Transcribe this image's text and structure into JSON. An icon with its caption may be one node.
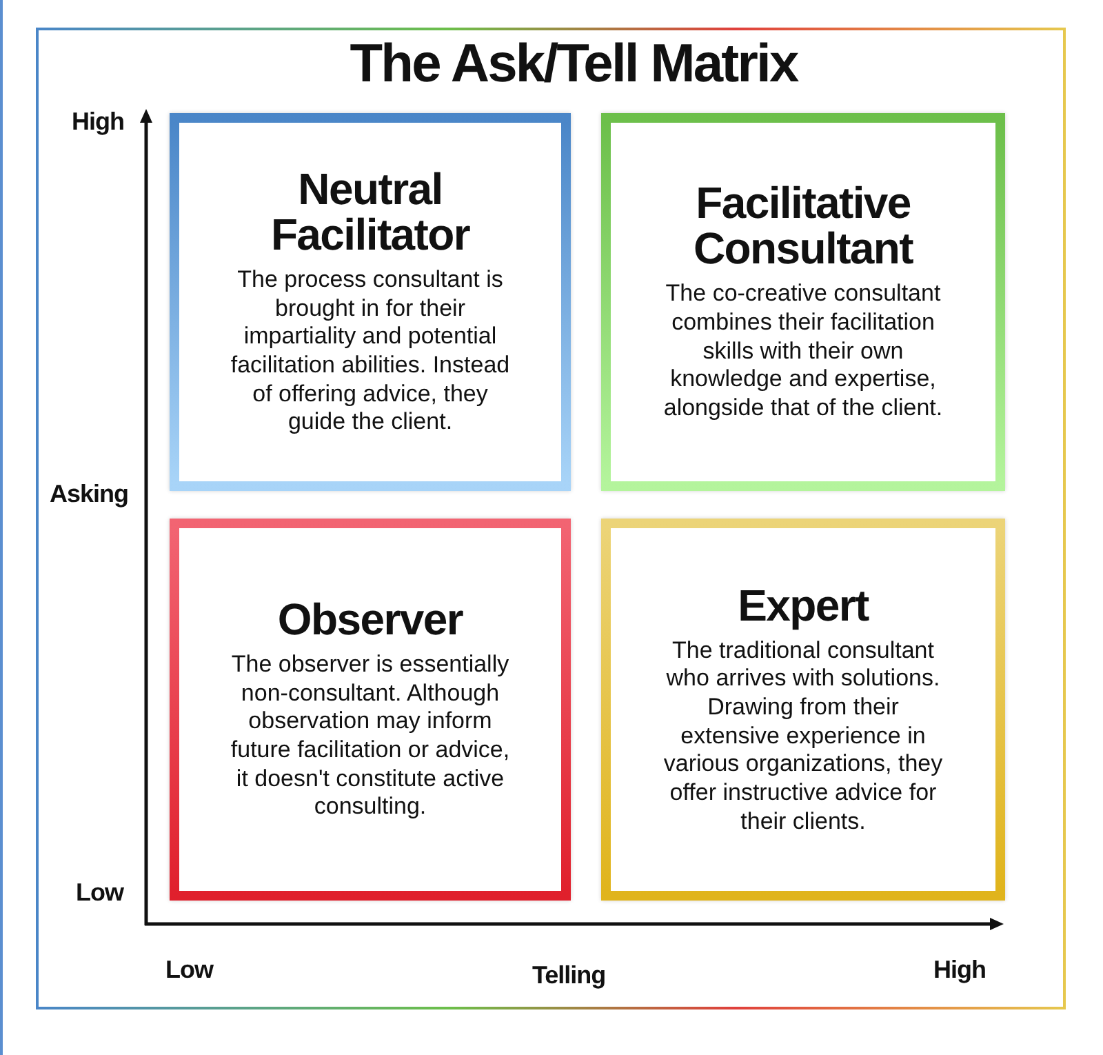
{
  "diagram": {
    "title": "The Ask/Tell Matrix",
    "nodes": [
      {
        "text": [
          "Neutral Facilitator",
          "The process consultant is brought in for their impartiality and potential facilitation abilities. Instead of offering advice, they guide the client."
        ]
      },
      {
        "text": [
          "Facilitative Consultant",
          "The co-creative consultant combines their facilitation skills with their own knowledge and expertise, alongside that of the client."
        ]
      },
      {
        "text": [
          "Observer",
          "The observer is essentially non-consultant. Although observation may inform future facilitation or advice, it doesn't constitute active consulting."
        ]
      },
      {
        "text": [
          "Expert",
          "The traditional consultant who arrives with solutions. Drawing from their extensive experience in various organizations, they offer instructive advice for their clients."
        ]
      }
    ],
    "labels": [
      "High",
      "Asking",
      "Low",
      "Low",
      "Telling",
      "High"
    ]
  }
}
